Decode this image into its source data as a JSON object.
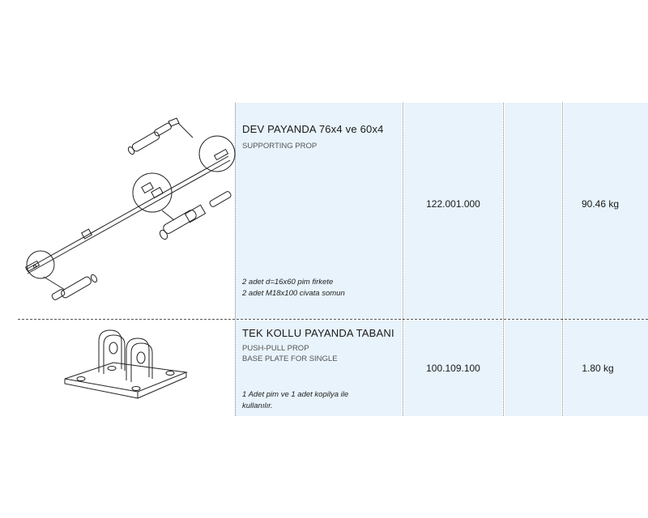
{
  "rows": [
    {
      "title": "DEV PAYANDA 76x4 ve 60x4",
      "subtitle_lines": [
        "SUPPORTING PROP"
      ],
      "note_lines": [
        "2 adet d=16x60 pim firkete",
        "2 adet M18x100 civata somun"
      ],
      "code": "122.001.000",
      "weight": "90.46 kg",
      "drawing_icon": "supporting-prop-drawing"
    },
    {
      "title": "TEK KOLLU PAYANDA TABANI",
      "subtitle_lines": [
        "PUSH-PULL PROP",
        "BASE PLATE FOR SINGLE"
      ],
      "note_lines": [
        "1 Adet pim ve 1 adet kopilya ile",
        "kullanılır."
      ],
      "code": "100.109.100",
      "weight": "1.80 kg",
      "drawing_icon": "base-plate-drawing"
    }
  ],
  "colors": {
    "cell_background": "#e8f3fb",
    "divider": "#555555"
  }
}
